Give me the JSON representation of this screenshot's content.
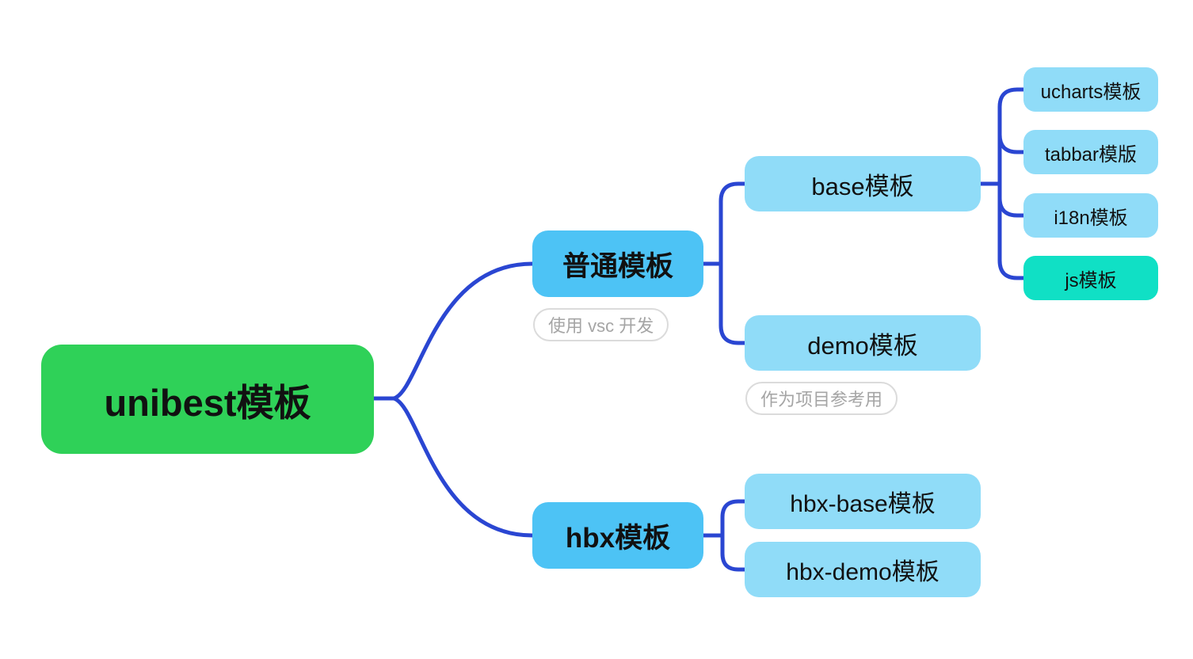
{
  "mindmap": {
    "root": {
      "label": "unibest模板"
    },
    "branches": [
      {
        "label": "普通模板",
        "note": "使用 vsc 开发",
        "children": [
          {
            "label": "base模板",
            "children": [
              {
                "label": "ucharts模板"
              },
              {
                "label": "tabbar模版"
              },
              {
                "label": "i18n模板"
              },
              {
                "label": "js模板",
                "highlight": true
              }
            ]
          },
          {
            "label": "demo模板",
            "note": "作为项目参考用"
          }
        ]
      },
      {
        "label": "hbx模板",
        "children": [
          {
            "label": "hbx-base模板"
          },
          {
            "label": "hbx-demo模板"
          }
        ]
      }
    ],
    "colors": {
      "root_bg": "#2FD158",
      "branch_bg": "#4DC3F5",
      "child_bg": "#90DCF8",
      "highlight_bg": "#10E0C5",
      "connector": "#2A46D2",
      "node_text": "#111111",
      "note_text": "#A5A5A5",
      "note_border": "#DBDBDB",
      "background": "#FFFFFF"
    }
  }
}
